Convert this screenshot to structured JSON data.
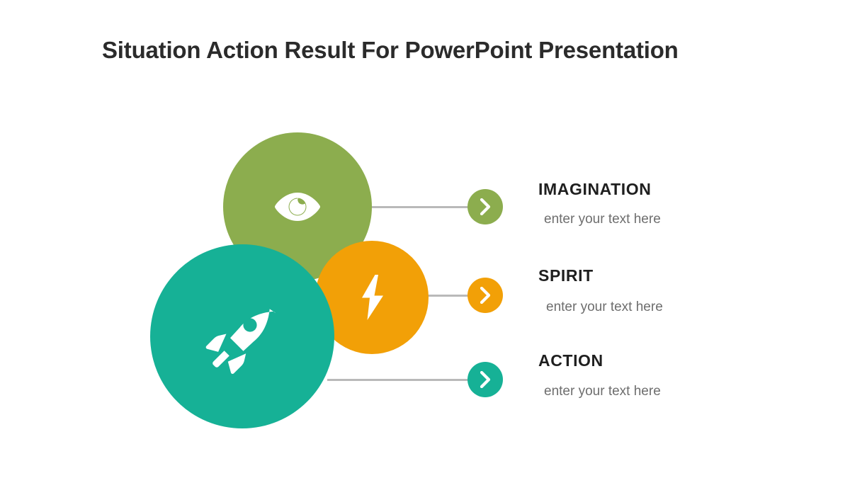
{
  "slide": {
    "title": "Situation Action Result For PowerPoint Presentation",
    "background_color": "#ffffff",
    "title_color": "#2b2b2b"
  },
  "palette": {
    "green": "#8CAD4E",
    "orange": "#F2A007",
    "teal": "#16B196",
    "connector_gray": "#b9b9b9",
    "body_text_gray": "#6e6e6e",
    "heading_black": "#1f1f1f",
    "icon_white": "#ffffff"
  },
  "items": [
    {
      "key": "imagination",
      "heading": "IMAGINATION",
      "body": "enter your text here",
      "color": "#8CAD4E",
      "icon": "eye-icon",
      "badge_icon": "chevron-right-icon"
    },
    {
      "key": "spirit",
      "heading": "SPIRIT",
      "body": "enter your text here",
      "color": "#F2A007",
      "icon": "lightning-bolt-icon",
      "badge_icon": "chevron-right-icon"
    },
    {
      "key": "action",
      "heading": "ACTION",
      "body": "enter your text here",
      "color": "#16B196",
      "icon": "rocket-icon",
      "badge_icon": "chevron-right-icon"
    }
  ]
}
